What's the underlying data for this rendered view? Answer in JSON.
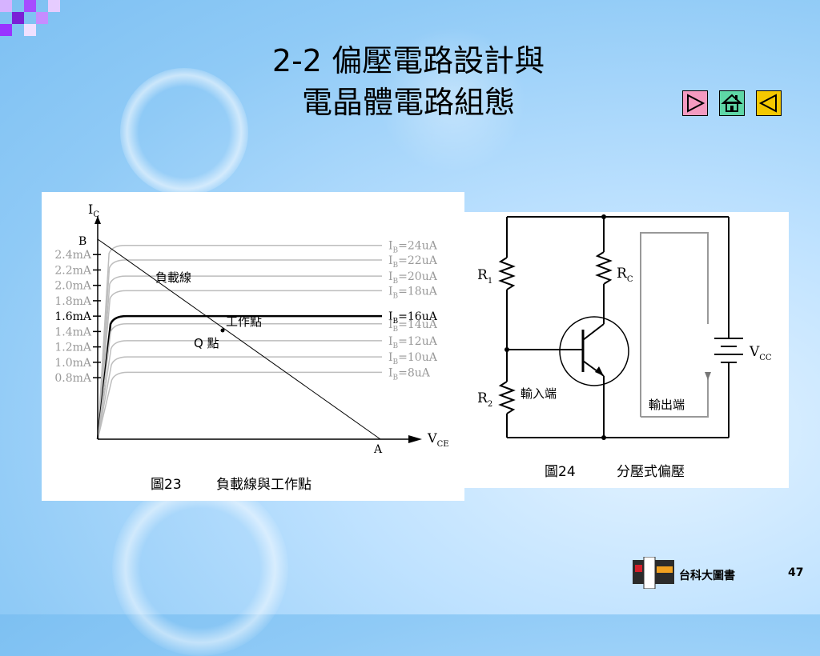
{
  "slide": {
    "title_line1": "2-2 偏壓電路設計與",
    "title_line2": "電晶體電路組態",
    "page_number": "47",
    "publisher": "台科大圖書"
  },
  "nav": {
    "next_icon": "play-next-icon",
    "home_icon": "home-icon",
    "prev_icon": "play-prev-icon",
    "next_color": "#f49ac0",
    "home_color": "#5ed6a6",
    "prev_color": "#f4c800"
  },
  "figure23": {
    "caption_number": "圖23",
    "caption_text": "負載線與工作點",
    "y_axis_main": "I",
    "y_axis_sub": "C",
    "x_axis_main": "V",
    "x_axis_sub": "CE",
    "point_b": "B",
    "point_a": "A",
    "load_line_label": "負載線",
    "operating_point_label": "工作點",
    "q_point_label": "Q 點",
    "y_ticks": [
      {
        "label": "2.4mA",
        "value": 2.4
      },
      {
        "label": "2.2mA",
        "value": 2.2
      },
      {
        "label": "2.0mA",
        "value": 2.0
      },
      {
        "label": "1.8mA",
        "value": 1.8
      },
      {
        "label": "1.6mA",
        "value": 1.6
      },
      {
        "label": "1.4mA",
        "value": 1.4
      },
      {
        "label": "1.2mA",
        "value": 1.2
      },
      {
        "label": "1.0mA",
        "value": 1.0
      },
      {
        "label": "0.8mA",
        "value": 0.8
      }
    ],
    "curves": [
      {
        "ib_main": "I",
        "ib_sub": "B",
        "ib_value": "=24uA",
        "value": 2.52
      },
      {
        "ib_main": "I",
        "ib_sub": "B",
        "ib_value": "=22uA",
        "value": 2.33
      },
      {
        "ib_main": "I",
        "ib_sub": "B",
        "ib_value": "=20uA",
        "value": 2.12
      },
      {
        "ib_main": "I",
        "ib_sub": "B",
        "ib_value": "=18uA",
        "value": 1.93
      },
      {
        "ib_main": "I",
        "ib_sub": "B",
        "ib_value": "=16uA",
        "value": 1.6,
        "highlight": true
      },
      {
        "ib_main": "I",
        "ib_sub": "B",
        "ib_value": "=14uA",
        "value": 1.5
      },
      {
        "ib_main": "I",
        "ib_sub": "B",
        "ib_value": "=12uA",
        "value": 1.28
      },
      {
        "ib_main": "I",
        "ib_sub": "B",
        "ib_value": "=10uA",
        "value": 1.07
      },
      {
        "ib_main": "I",
        "ib_sub": "B",
        "ib_value": "=8uA",
        "value": 0.87
      }
    ],
    "colors": {
      "curve": "#bdbdbd",
      "highlight": "#000000",
      "label_gray": "#999999"
    }
  },
  "figure24": {
    "caption_number": "圖24",
    "caption_text": "分壓式偏壓",
    "r1_main": "R",
    "r1_sub": "1",
    "r2_main": "R",
    "r2_sub": "2",
    "rc_main": "R",
    "rc_sub": "C",
    "vcc_main": "V",
    "vcc_sub": "CC",
    "input_label": "輸入端",
    "output_label": "輸出端"
  }
}
